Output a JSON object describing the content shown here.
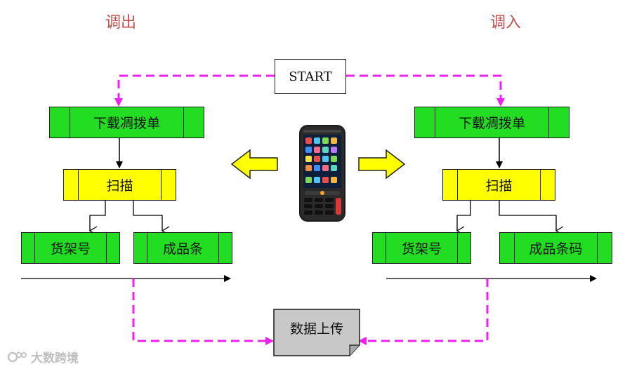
{
  "headings": {
    "left": "调出",
    "right": "调入"
  },
  "start": "START",
  "left": {
    "download": "下载凋拨单",
    "scan": "扫描",
    "shelf": "货架号",
    "product": "成品条"
  },
  "right": {
    "download": "下载凋拨单",
    "scan": "扫描",
    "shelf": "货架号",
    "product": "成品条码"
  },
  "upload": "数据上传",
  "watermark": {
    "text": "大数跨境"
  },
  "colors": {
    "green": "#22dd22",
    "yellow": "#ffff00",
    "dashed": "#ee22ee",
    "heading": "#c0504d",
    "upload_box": "#c8c8c8"
  },
  "icons": [
    "handheld-scanner-device",
    "arrow-left-yellow",
    "arrow-right-yellow"
  ]
}
